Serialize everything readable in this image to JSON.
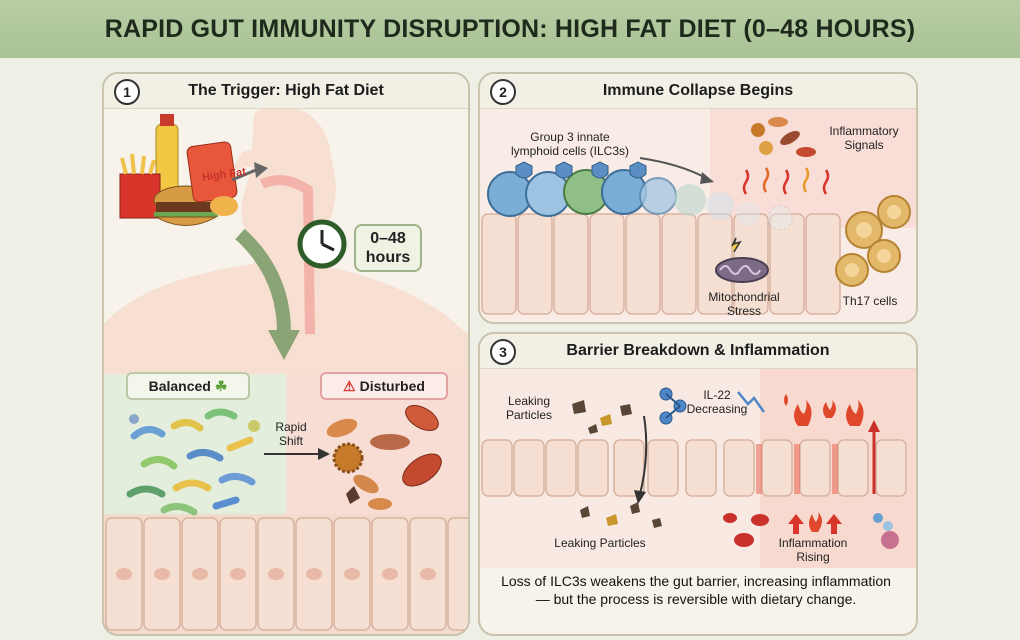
{
  "title": "RAPID GUT IMMUNITY DISRUPTION: HIGH FAT DIET (0–48 HOURS)",
  "panels": [
    {
      "number": "1",
      "title": "The Trigger: High Fat Diet"
    },
    {
      "number": "2",
      "title": "Immune Collapse Begins"
    },
    {
      "number": "3",
      "title": "Barrier Breakdown & Inflammation"
    }
  ],
  "panel1": {
    "chips_label": "High Fat",
    "time_label_1": "0–48",
    "time_label_2": "hours",
    "balanced": "Balanced",
    "disturbed": "Disturbed",
    "shift_1": "Rapid",
    "shift_2": "Shift"
  },
  "panel2": {
    "ilc_1": "Group 3 innate",
    "ilc_2": "lymphoid cells (ILC3s)",
    "inflam_1": "Inflammatory",
    "inflam_2": "Signals",
    "mito_1": "Mitochondrial",
    "mito_2": "Stress",
    "th17": "Th17 cells"
  },
  "panel3": {
    "leak_top_1": "Leaking",
    "leak_top_2": "Particles",
    "il22_1": "IL-22",
    "il22_2": "Decreasing",
    "leak_bottom": "Leaking Particles",
    "inflam_rise_1": "Inflammation",
    "inflam_rise_2": "Rising"
  },
  "summary": {
    "line1": "Loss of ILC3s weakens the gut barrier, increasing inflammation",
    "line2": "— but the process is reversible with dietary change."
  },
  "colors": {
    "title_bar": "#aec69a",
    "panel_border": "#c9c2ad",
    "inflammation_red": "#d9362b",
    "ilc_blue": "#7aaed6",
    "ilc_green": "#8fbf86",
    "th17_tan": "#e3b86a"
  }
}
